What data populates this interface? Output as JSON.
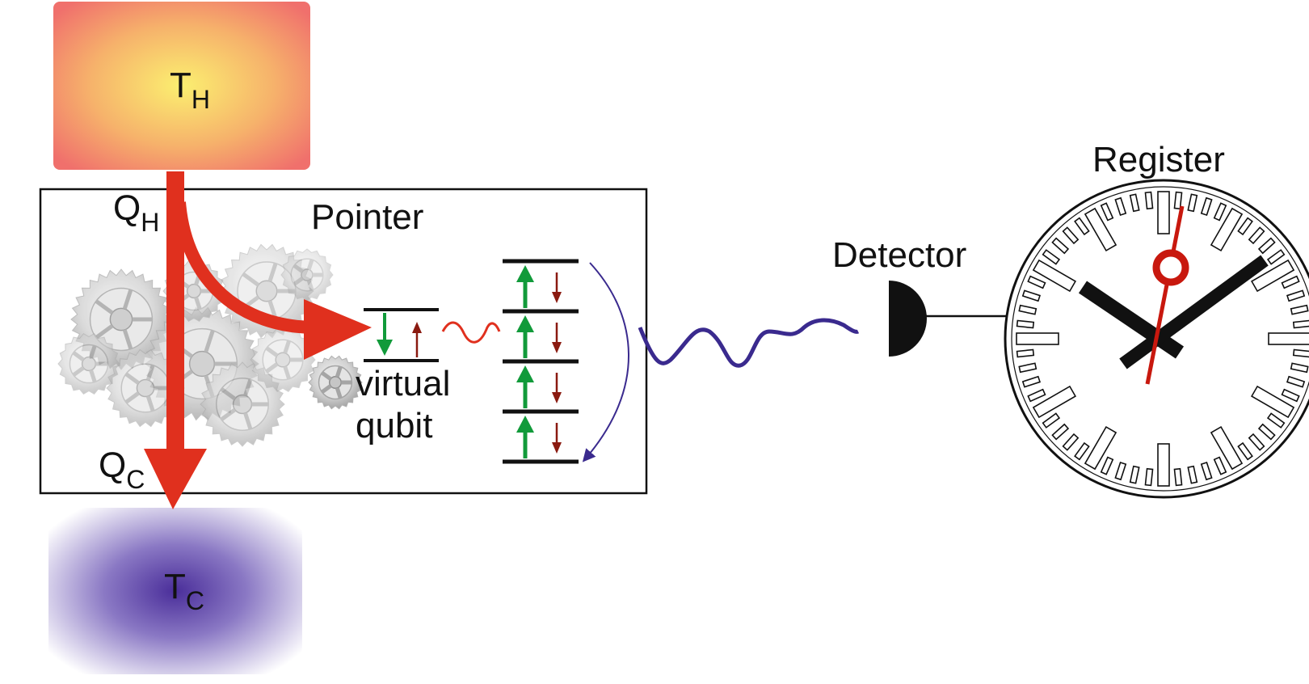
{
  "hot_bath": {
    "symbol": "T",
    "subscript": "H",
    "color": "#f7e96a",
    "edge_color": "#f07a72"
  },
  "cold_bath": {
    "symbol": "T",
    "subscript": "C",
    "color": "#4a2e9a",
    "edge_color": "#ffffff"
  },
  "heat_in": {
    "symbol": "Q",
    "subscript": "H"
  },
  "heat_out": {
    "symbol": "Q",
    "subscript": "C"
  },
  "pointer": {
    "label": "Pointer"
  },
  "virtual_qubit": {
    "line1": "virtual",
    "line2": "qubit"
  },
  "detector": {
    "label": "Detector"
  },
  "register": {
    "label": "Register"
  },
  "colors": {
    "heat_arrow": "#e0301e",
    "up_arrow": "#119a3a",
    "down_arrow": "#8a1a10",
    "photon": "#3a2a8e",
    "clock_second_hand": "#c8180e"
  }
}
